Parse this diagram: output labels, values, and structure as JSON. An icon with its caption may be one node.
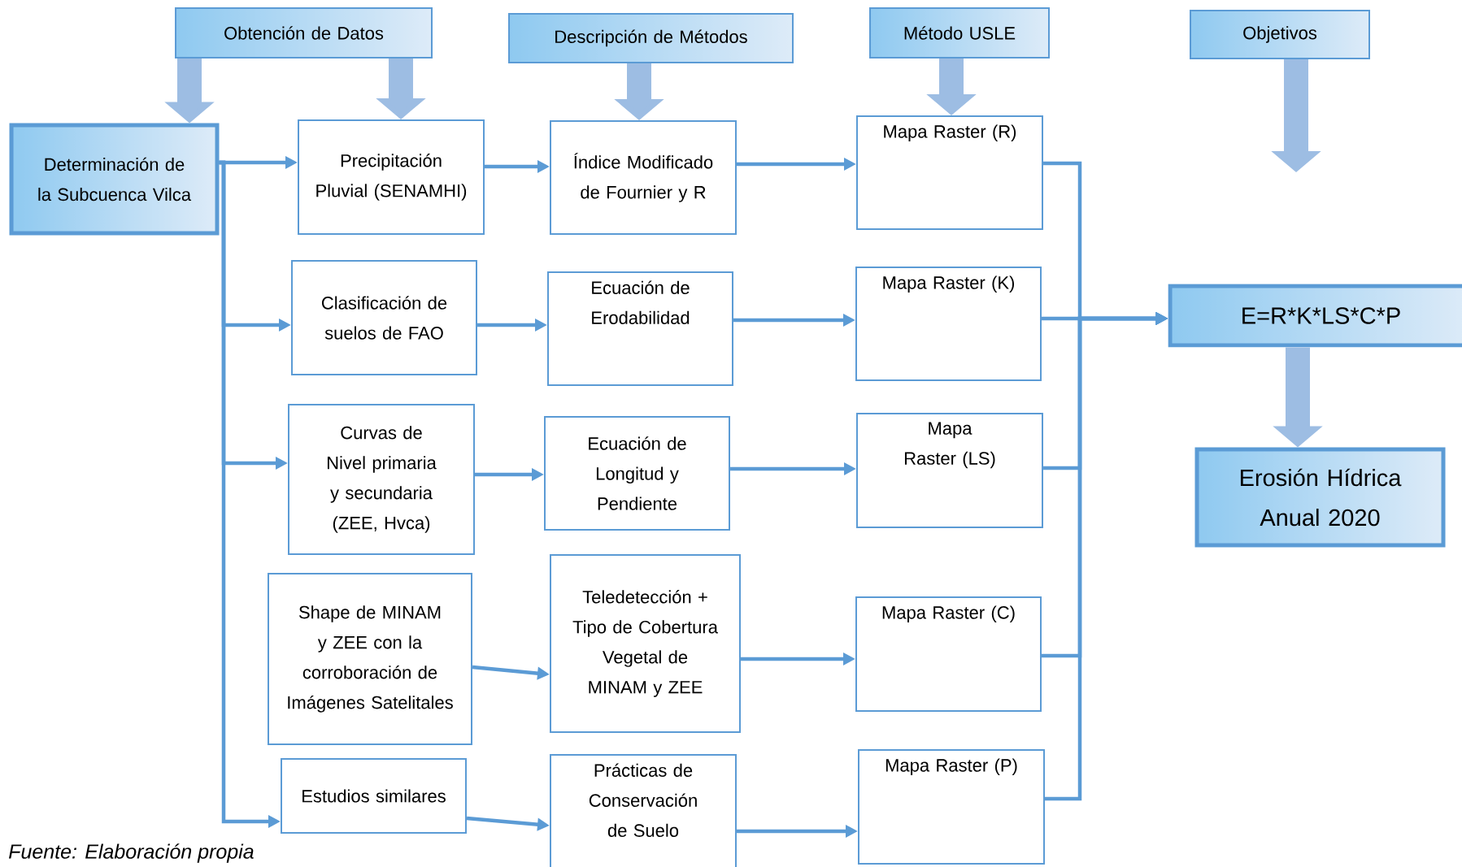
{
  "diagram": {
    "nodes": [
      {
        "text": [
          "Obtención de Datos"
        ]
      },
      {
        "text": [
          "Descripción de Métodos"
        ]
      },
      {
        "text": [
          "Método USLE"
        ]
      },
      {
        "text": [
          "Objetivos"
        ]
      },
      {
        "text": [
          "Determinación de la Subcuenca Vilca"
        ]
      },
      {
        "text": [
          "Precipitación Pluvial (SENAMHI)"
        ]
      },
      {
        "text": [
          "Índice Modificado de Fournier y R"
        ]
      },
      {
        "text": [
          "Mapa Raster (R)"
        ]
      },
      {
        "text": [
          "Clasificación de suelos de FAO"
        ]
      },
      {
        "text": [
          "Ecuación de Erodabilidad"
        ]
      },
      {
        "text": [
          "Mapa Raster (K)"
        ]
      },
      {
        "text": [
          "Curvas de Nivel primaria y secundaria (ZEE, Hvca)"
        ]
      },
      {
        "text": [
          "Ecuación de Longitud y Pendiente"
        ]
      },
      {
        "text": [
          "Mapa Raster (LS)"
        ]
      },
      {
        "text": [
          "Shape de MINAM y ZEE con la corroboración de Imágenes Satelitales"
        ]
      },
      {
        "text": [
          "Teledetección + Tipo de Cobertura Vegetal de MINAM y ZEE"
        ]
      },
      {
        "text": [
          "Mapa Raster (C)"
        ]
      },
      {
        "text": [
          "Estudios similares"
        ]
      },
      {
        "text": [
          "Prácticas de Conservación de Suelo"
        ]
      },
      {
        "text": [
          "Mapa Raster (P)"
        ]
      },
      {
        "text": [
          "E=R*K*LS*C*P"
        ]
      },
      {
        "text": [
          "Erosión Hídrica Anual 2020"
        ]
      }
    ],
    "edges": [
      {
        "from": 0,
        "to": 4,
        "arrow": "to",
        "style": "thick"
      },
      {
        "from": 0,
        "to": 5,
        "arrow": "to",
        "style": "thick"
      },
      {
        "from": 1,
        "to": 6,
        "arrow": "to",
        "style": "thick"
      },
      {
        "from": 2,
        "to": 7,
        "arrow": "to",
        "style": "thick"
      },
      {
        "from": 3,
        "to": null,
        "arrow": "to",
        "style": "thick"
      },
      {
        "from": 4,
        "to": 5,
        "arrow": "to"
      },
      {
        "from": 4,
        "to": 8,
        "arrow": "to"
      },
      {
        "from": 4,
        "to": 11,
        "arrow": "to"
      },
      {
        "from": 4,
        "to": 17,
        "arrow": "to"
      },
      {
        "from": 5,
        "to": 6,
        "arrow": "to"
      },
      {
        "from": 6,
        "to": 7,
        "arrow": "to"
      },
      {
        "from": 8,
        "to": 9,
        "arrow": "to"
      },
      {
        "from": 9,
        "to": 10,
        "arrow": "to"
      },
      {
        "from": 11,
        "to": 12,
        "arrow": "to"
      },
      {
        "from": 12,
        "to": 13,
        "arrow": "to"
      },
      {
        "from": 14,
        "to": 15,
        "arrow": "to"
      },
      {
        "from": 15,
        "to": 16,
        "arrow": "to"
      },
      {
        "from": 17,
        "to": 18,
        "arrow": "to"
      },
      {
        "from": 18,
        "to": 19,
        "arrow": "to"
      },
      {
        "from": 7,
        "to": 20,
        "arrow": "to"
      },
      {
        "from": 10,
        "to": 20,
        "arrow": "to"
      },
      {
        "from": 13,
        "to": 20,
        "arrow": "to"
      },
      {
        "from": 16,
        "to": 20,
        "arrow": "to"
      },
      {
        "from": 19,
        "to": 20,
        "arrow": "to"
      },
      {
        "from": 20,
        "to": 21,
        "arrow": "to",
        "style": "thick"
      }
    ],
    "labels": [
      "Fuente: Elaboración propia"
    ]
  }
}
